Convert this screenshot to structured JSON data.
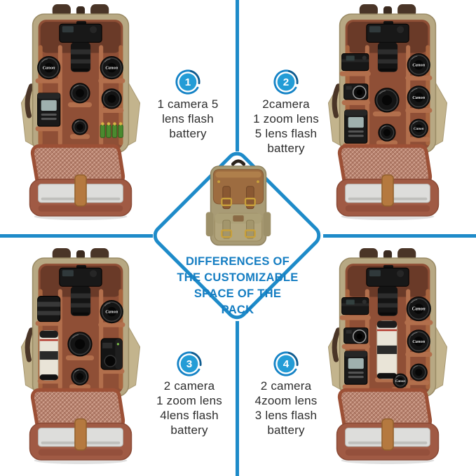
{
  "infographic": {
    "center_title_lines": [
      "DIFFERENCES OF",
      "THE CUSTOMIZABLE",
      "SPACE OF THE",
      "PACK"
    ]
  },
  "configs": [
    {
      "number": "1",
      "lines": [
        "1 camera 5",
        "lens flash",
        "battery",
        ""
      ]
    },
    {
      "number": "2",
      "lines": [
        "2camera",
        "1 zoom lens",
        "5 lens flash",
        "battery"
      ]
    },
    {
      "number": "3",
      "lines": [
        "2 camera",
        "1 zoom lens",
        "4lens flash",
        "battery"
      ]
    },
    {
      "number": "4",
      "lines": [
        "2 camera",
        "4zoom lens",
        "3 lens flash",
        "battery"
      ]
    }
  ],
  "lens_brand_label": "Canon",
  "colors": {
    "accent_blue": "#1e8bc9",
    "title_blue": "#147dc2",
    "badge_fill": "#239cd6",
    "badge_arc_dark": "#0f5c90",
    "text_dark": "#2d2d2d"
  }
}
